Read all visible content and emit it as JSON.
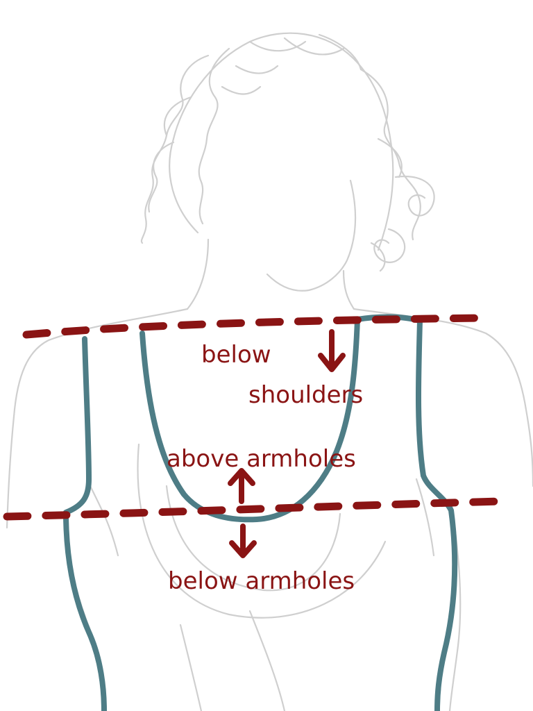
{
  "labels": {
    "below_shoulders_line1": "below",
    "below_shoulders_line2": "shoulders",
    "above_armholes": "above armholes",
    "below_armholes": "below armholes"
  },
  "colors": {
    "sketch": "#cfcfcf",
    "garment": "#4e7d86",
    "annotation": "#8a1414",
    "background": "#ffffff"
  },
  "icons": [
    "arrow-down-icon",
    "arrow-up-icon",
    "arrow-down-icon"
  ]
}
